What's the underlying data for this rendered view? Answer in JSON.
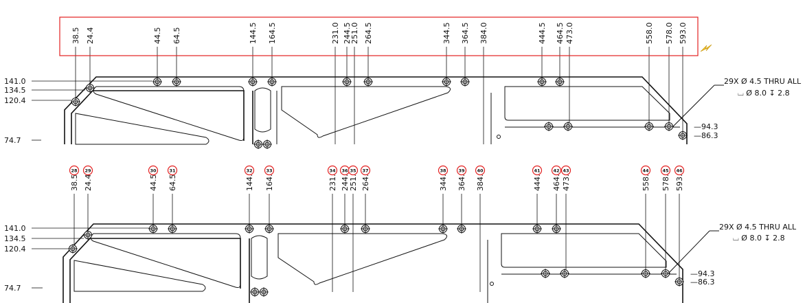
{
  "top_labels": [
    "38.5",
    "24.4",
    "44.5",
    "64.5",
    "144.5",
    "164.5",
    "231.0",
    "244.5",
    "251.0",
    "264.5",
    "344.5",
    "364.5",
    "384.0",
    "444.5",
    "464.5",
    "473.0",
    "558.0",
    "578.0",
    "593.0"
  ],
  "left_labels": [
    "141.0",
    "134.5",
    "120.4",
    "74.7"
  ],
  "right_labels": [
    "94.3",
    "86.3"
  ],
  "callout": {
    "line1": "29X Ø 4.5 THRU ALL",
    "line2": "⌴ Ø 8.0 ↧ 2.8"
  },
  "balloons": [
    "28",
    "29",
    "30",
    "31",
    "32",
    "33",
    "34",
    "36",
    "35",
    "37",
    "38",
    "39",
    "40",
    "41",
    "42",
    "43",
    "44",
    "45",
    "46"
  ],
  "colors": {
    "highlight_box": "#e32020",
    "balloon": "#e32020",
    "lightning_icon": "#f2c230"
  },
  "icons": [
    "lightning-icon"
  ]
}
